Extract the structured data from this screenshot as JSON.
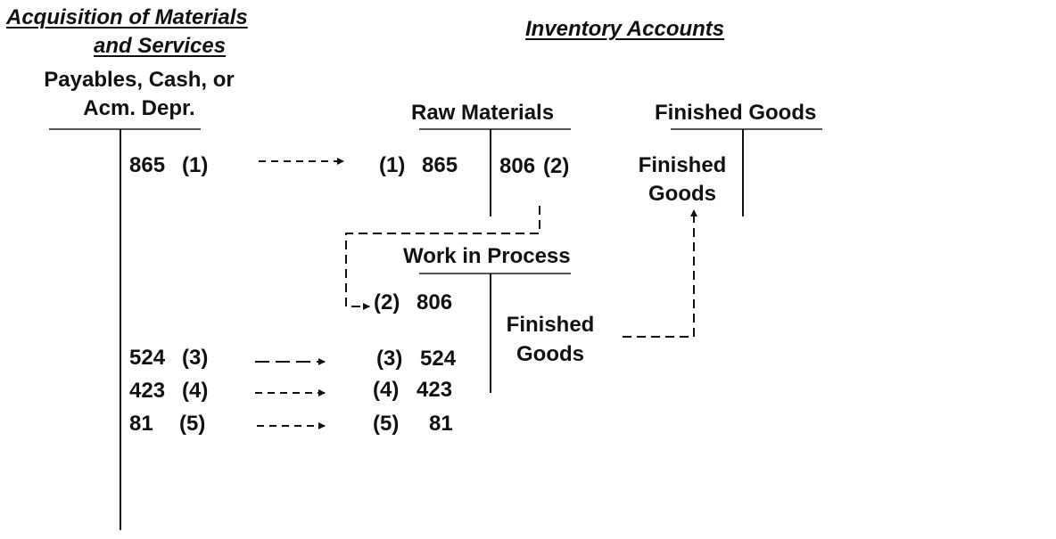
{
  "headings": {
    "acquisition_line1": "Acquisition of Materials",
    "acquisition_line2": "and Services",
    "inventory": "Inventory Accounts"
  },
  "accounts": {
    "payables": {
      "title_line1": "Payables, Cash, or",
      "title_line2": "Acm. Depr.",
      "credits": [
        {
          "amount": "865",
          "ref": "(1)"
        },
        {
          "amount": "524",
          "ref": "(3)"
        },
        {
          "amount": "423",
          "ref": "(4)"
        },
        {
          "amount": "81",
          "ref": "(5)"
        }
      ]
    },
    "raw_materials": {
      "title": "Raw Materials",
      "debit": {
        "ref": "(1)",
        "amount": "865"
      },
      "credit": {
        "amount": "806",
        "ref": "(2)"
      }
    },
    "work_in_process": {
      "title": "Work in Process",
      "debits": [
        {
          "ref": "(2)",
          "amount": "806"
        },
        {
          "ref": "(3)",
          "amount": "524"
        },
        {
          "ref": "(4)",
          "amount": "423"
        },
        {
          "ref": "(5)",
          "amount": "81"
        }
      ],
      "credit_line1": "Finished",
      "credit_line2": "Goods"
    },
    "finished_goods": {
      "title": "Finished Goods",
      "debit_line1": "Finished",
      "debit_line2": "Goods"
    }
  }
}
